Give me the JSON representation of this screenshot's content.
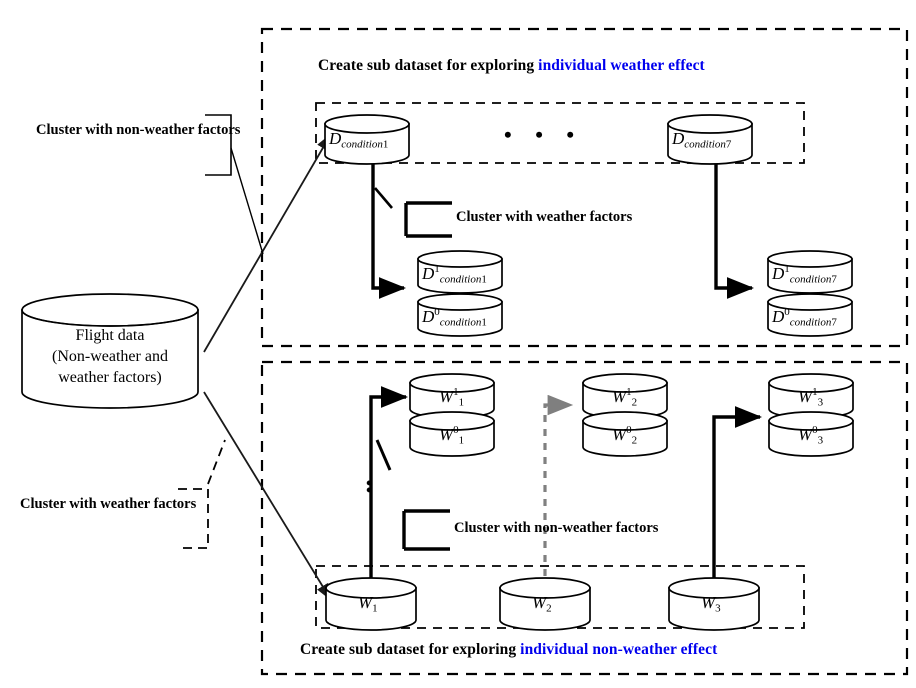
{
  "diagram": {
    "title_top": {
      "plain": "Create sub dataset for exploring ",
      "accent": "individual weather effect"
    },
    "title_bottom": {
      "plain": "Create sub dataset for exploring ",
      "accent": "individual non-weather effect"
    },
    "accent_color": "#0000ee",
    "source_node": {
      "line1": "Flight data",
      "line2": "(Non-weather and",
      "line3": "weather factors)"
    },
    "callouts": {
      "left_top": "Cluster with non-weather factors",
      "left_bottom": "Cluster with weather factors",
      "top_inner": "Cluster with weather factors",
      "bottom_inner": "Cluster with non-weather factors"
    },
    "top_condition_nodes": [
      {
        "base": "D",
        "sub": "condition",
        "num": "1",
        "sup": ""
      },
      {
        "base": "D",
        "sub": "condition",
        "num": "7",
        "sup": ""
      }
    ],
    "top_split_nodes": [
      {
        "base": "D",
        "sup": "1",
        "sub": "condition",
        "num": "1"
      },
      {
        "base": "D",
        "sup": "0",
        "sub": "condition",
        "num": "1"
      },
      {
        "base": "D",
        "sup": "1",
        "sub": "condition",
        "num": "7"
      },
      {
        "base": "D",
        "sup": "0",
        "sub": "condition",
        "num": "7"
      }
    ],
    "bottom_split_nodes": [
      {
        "base": "W",
        "sup": "1",
        "num": "1"
      },
      {
        "base": "W",
        "sup": "0",
        "num": "1"
      },
      {
        "base": "W",
        "sup": "1",
        "num": "2"
      },
      {
        "base": "W",
        "sup": "0",
        "num": "2"
      },
      {
        "base": "W",
        "sup": "1",
        "num": "3"
      },
      {
        "base": "W",
        "sup": "0",
        "num": "3"
      }
    ],
    "bottom_cluster_nodes": [
      {
        "base": "W",
        "num": "1"
      },
      {
        "base": "W",
        "num": "2"
      },
      {
        "base": "W",
        "num": "3"
      }
    ],
    "ellipsis_horizontal": "• • •",
    "ellipsis_vertical_dots": 2
  }
}
